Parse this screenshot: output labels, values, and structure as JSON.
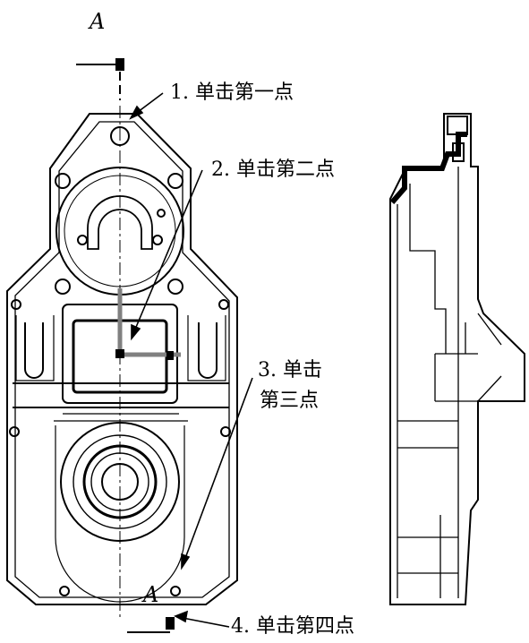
{
  "section_labels": {
    "top": "A",
    "bottom": "A"
  },
  "steps": [
    {
      "text": "1. 单击第一点"
    },
    {
      "text": "2. 单击第二点"
    },
    {
      "line1": "3. 单击",
      "line2": "第三点"
    },
    {
      "text": "4. 单击第四点"
    }
  ],
  "colors": {
    "ink": "#000000",
    "path_gray": "#808080",
    "background": "#ffffff"
  }
}
